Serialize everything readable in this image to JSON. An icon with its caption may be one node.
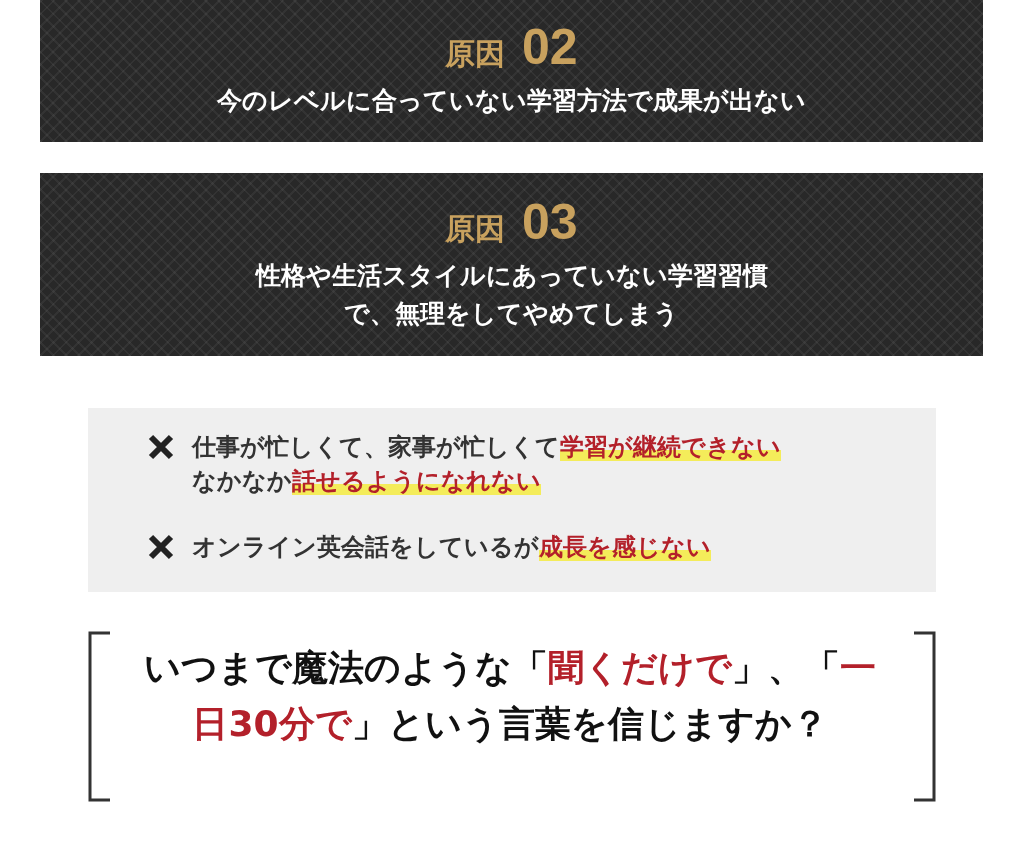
{
  "diagram": {
    "nodes": [
      {
        "text": [
          "原因 02",
          "今のレベルに合っていない学習方法で成果が出ない"
        ]
      },
      {
        "text": [
          "原因 03",
          "性格や生活スタイルにあっていない学習習慣で、無理をしてやめてしまう"
        ]
      },
      {
        "text": [
          "仕事が忙しくて、家事が忙しくて**学習が継続できない**なかなか**話せるようになれない**",
          "オンライン英会話をしているが**成長を感じない**"
        ]
      }
    ],
    "labels": [
      "いつまで魔法のような「*聞くだけで*」、「*一日30分で*」という言葉を信じますか？"
    ]
  }
}
